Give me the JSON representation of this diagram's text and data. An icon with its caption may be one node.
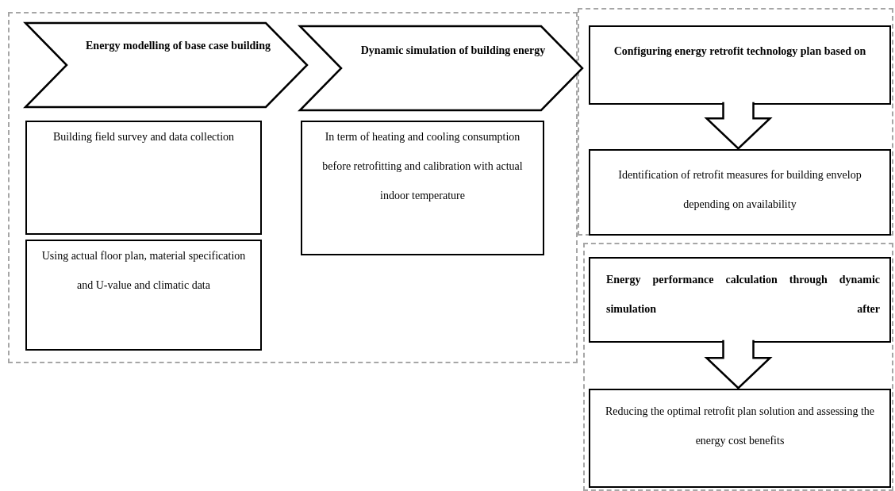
{
  "diagram": {
    "nodes": [
      {
        "text": [],
        "shape": "box"
      },
      {
        "text": [
          "Energy modelling of base case building"
        ],
        "in": 0
      },
      {
        "text": [
          "Building field survey and data collection"
        ],
        "in": 0
      },
      {
        "text": [
          "Using actual floor plan, material specification and U-value and climatic data"
        ],
        "in": 0
      },
      {
        "text": [
          "Dynamic simulation of building energy"
        ],
        "in": 0
      },
      {
        "text": [
          "In term of heating and cooling consumption before retrofitting and calibration with actual indoor temperature"
        ],
        "in": 0
      },
      {
        "text": [],
        "shape": "box"
      },
      {
        "text": [
          "Configuring energy retrofit technology plan based on"
        ],
        "in": 6
      },
      {
        "text": [
          "Identification of retrofit measures for building envelop depending on availability"
        ],
        "in": 6
      },
      {
        "text": [],
        "shape": "box"
      },
      {
        "text": [
          "Energy performance calculation through dynamic simulation after"
        ],
        "in": 9
      },
      {
        "text": [
          "Reducing the optimal retrofit plan solution and assessing the energy cost benefits"
        ],
        "in": 9
      }
    ],
    "edges": [
      {
        "from": 7,
        "to": 8,
        "arrow": "to"
      },
      {
        "from": 10,
        "to": 11,
        "arrow": "to"
      }
    ]
  }
}
